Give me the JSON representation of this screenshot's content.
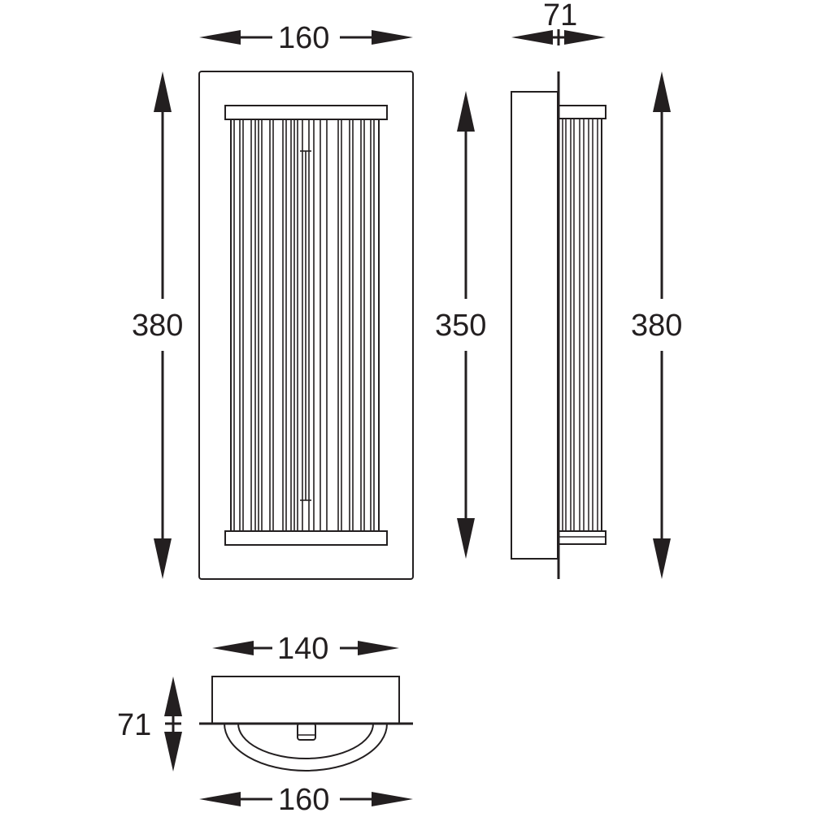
{
  "dimensions": {
    "front_width": "160",
    "front_height": "380",
    "inner_height": "350",
    "side_depth": "71",
    "side_height": "380",
    "bottom_width_top": "140",
    "bottom_depth": "71",
    "bottom_width": "160"
  },
  "colors": {
    "stroke": "#231f20",
    "background": "#ffffff"
  }
}
